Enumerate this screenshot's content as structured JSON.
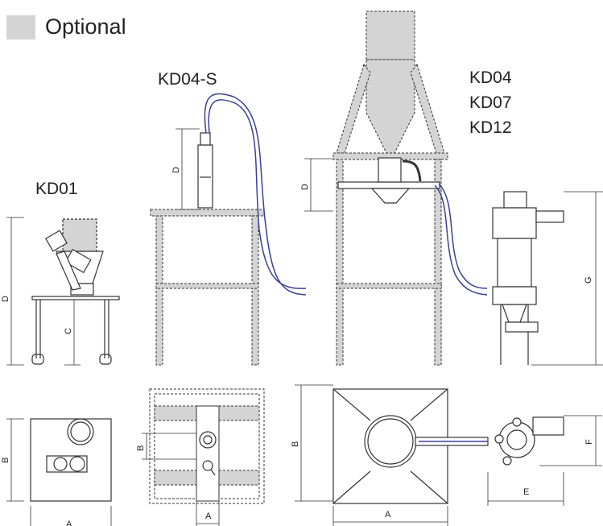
{
  "legend": {
    "label": "Optional",
    "color": "#d4d4d4"
  },
  "models": {
    "kd01": "KD01",
    "kd04s": "KD04-S",
    "kd04": "KD04",
    "kd07": "KD07",
    "kd12": "KD12"
  },
  "dimensions": {
    "A": "A",
    "B": "B",
    "C": "C",
    "D": "D",
    "E": "E",
    "F": "F",
    "G": "G"
  },
  "colors": {
    "line": "#333333",
    "optional": "#d4d4d4",
    "hose": "#3a3f9a"
  }
}
